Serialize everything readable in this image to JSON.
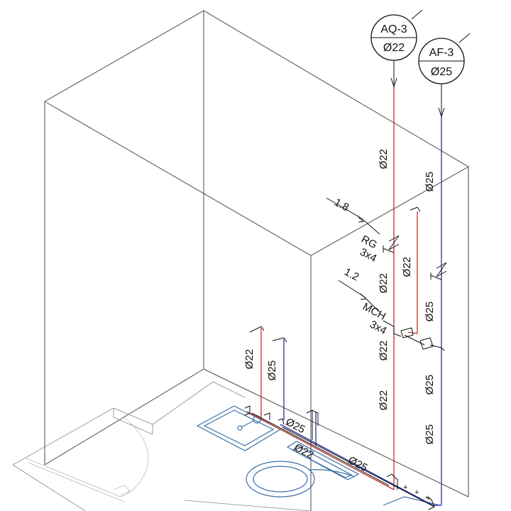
{
  "tags": {
    "hot": {
      "code": "AQ-3",
      "diameter": "Ø22"
    },
    "cold": {
      "code": "AF-3",
      "diameter": "Ø25"
    }
  },
  "pipe_labels": {
    "hot_main_1": "Ø22",
    "hot_main_2": "Ø22",
    "hot_main_3": "Ø22",
    "hot_main_4": "Ø22",
    "hot_branch": "Ø22",
    "hot_wash": "Ø22",
    "hot_floor": "Ø22",
    "cold_main_1": "Ø25",
    "cold_main_2": "Ø25",
    "cold_main_3": "Ø25",
    "cold_main_4": "Ø25",
    "cold_wash": "Ø25",
    "cold_floor_1": "Ø25",
    "cold_floor_2": "Ø25"
  },
  "valves": {
    "rg": {
      "height": "1.8",
      "name": "RG",
      "size": "3x4"
    },
    "mch": {
      "height": "1.2",
      "name": "MCH",
      "size": "3x4"
    }
  },
  "colors": {
    "hot_water": "#c0312b",
    "cold_water": "#2a2fa0",
    "fixtures": "#3a6fa8",
    "walls": "#4a4a4a"
  }
}
